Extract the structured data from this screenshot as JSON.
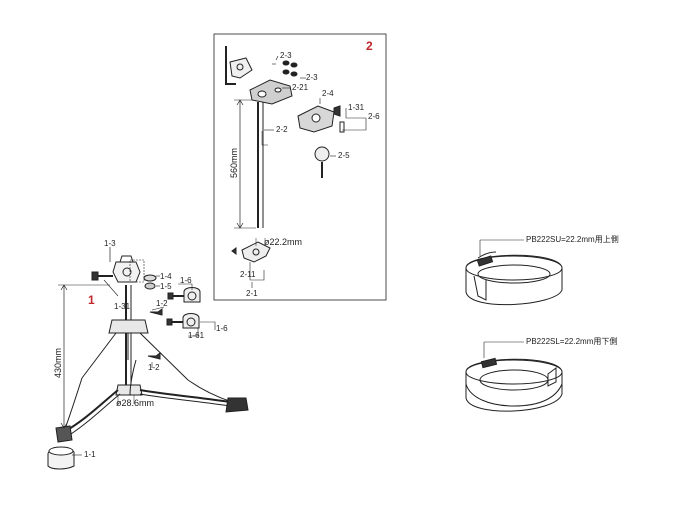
{
  "section_markers": {
    "stand": "1",
    "arm": "2"
  },
  "stand": {
    "parts": {
      "p1_3": "1-3",
      "p1_4": "1-4",
      "p1_5": "1-5",
      "p1_31": "1-31",
      "p1_6a": "1-6",
      "p1_6b": "1-6",
      "p1_2a": "1-2",
      "p1_2b": "1-2",
      "p1_61": "1-61",
      "p1_1": "1-1"
    },
    "height_dim": "430mm",
    "tube_dim": "ø28.6mm"
  },
  "arm": {
    "parts": {
      "p2_3a": "2-3",
      "p2_3b": "2-3",
      "p2_21": "2-21",
      "p2_4": "2-4",
      "p1_31": "1-31",
      "p2_6": "2-6",
      "p2_2": "2-2",
      "p2_5": "2-5",
      "p2_11": "2-11",
      "p2_1": "2-1"
    },
    "length_dim": "560mm",
    "tube_dim": "ø22.2mm"
  },
  "adapters": {
    "upper_note": "PB222SU=22.2mm用上側",
    "lower_note": "PB222SL=22.2mm用下側"
  }
}
